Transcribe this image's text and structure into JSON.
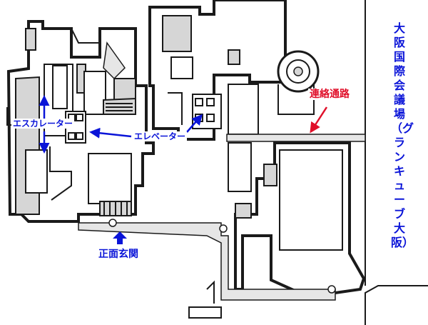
{
  "labels": {
    "escalator": "エスカレーター",
    "elevator": "エレベーター",
    "main_entrance": "正面玄関",
    "connecting_passage": "連絡通路",
    "venue": "大阪国際会議場（グランキューブ大阪）"
  },
  "colors": {
    "label_blue": "#0a14d8",
    "label_red": "#e0102a",
    "walls": "#1a1a1a",
    "shading": "#d6d6d6"
  },
  "icons": [
    "arrow-up-icon",
    "arrow-down-icon",
    "arrow-right-icon",
    "arrow-left-icon",
    "arrow-diagonal-icon",
    "elevator-icon",
    "restroom-marker-icon"
  ]
}
